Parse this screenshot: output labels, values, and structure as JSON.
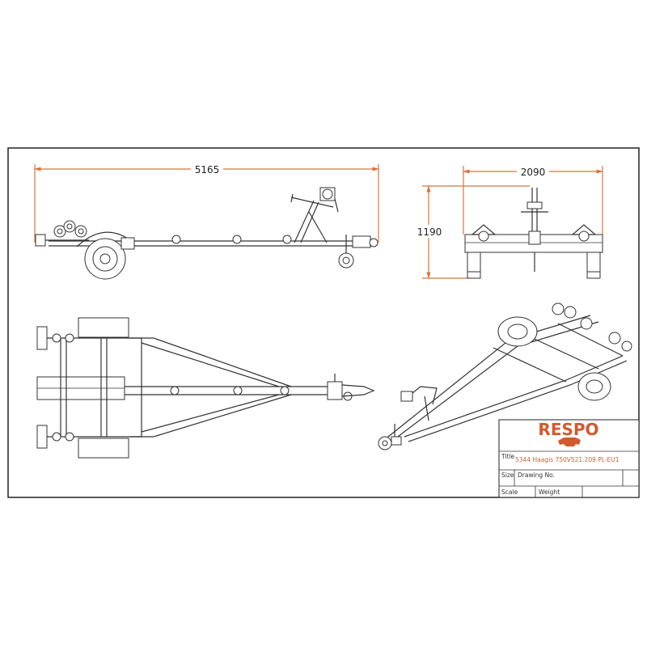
{
  "colors": {
    "dimension": "#d8743c",
    "brand": "#d25a2e",
    "line": "#333333"
  },
  "dimensions": {
    "length": "5165",
    "width": "2090",
    "height": "1190"
  },
  "title_block": {
    "logo": "RESPO",
    "title_label": "Title",
    "title_value": "5344 Haagis 750V521.209 PL-EU1",
    "size_label": "Size",
    "drawing_no_label": "Drawing No.",
    "scale_label": "Scale",
    "weight_label": "Weight"
  }
}
